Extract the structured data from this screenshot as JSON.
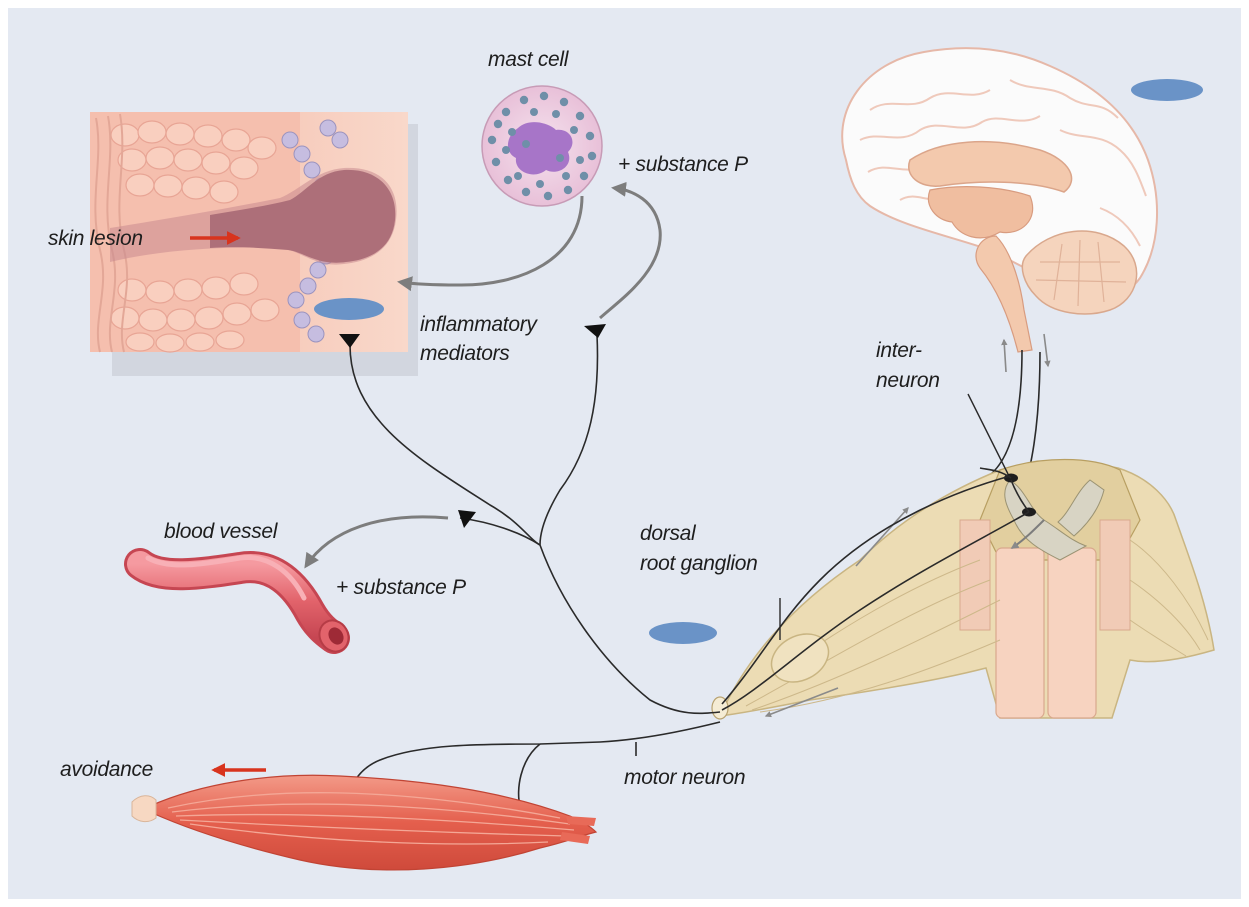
{
  "labels": {
    "mast_cell": "mast cell",
    "substance_p_top": "+ substance P",
    "skin_lesion": "skin lesion",
    "inflammatory_line1": "inflammatory",
    "inflammatory_line2": "mediators",
    "interneuron_line1": "inter-",
    "interneuron_line2": "neuron",
    "blood_vessel": "blood vessel",
    "substance_p_bottom": "+ substance P",
    "dorsal_line1": "dorsal",
    "dorsal_line2": "root ganglion",
    "avoidance": "avoidance",
    "motor_neuron": "motor neuron"
  },
  "colors": {
    "background_panel": "#e4e9f2",
    "marker_blue": "#6a93c7",
    "arrow_red": "#d8341e",
    "arrow_gray": "#7d7d7d",
    "nerve_line": "#2a2a2a",
    "spinal_tan": "#ecdcb4",
    "brain_white": "#fbfbfb",
    "brainstem_peach": "#f3c9ad",
    "vessel_red": "#e46a6e",
    "muscle_red": "#e86a58",
    "skin_pink": "#f6c4b2",
    "lesion_mauve": "#ad6f79",
    "mast_cell_pink": "#f3d8e6",
    "mast_nucleus": "#a775c8"
  }
}
